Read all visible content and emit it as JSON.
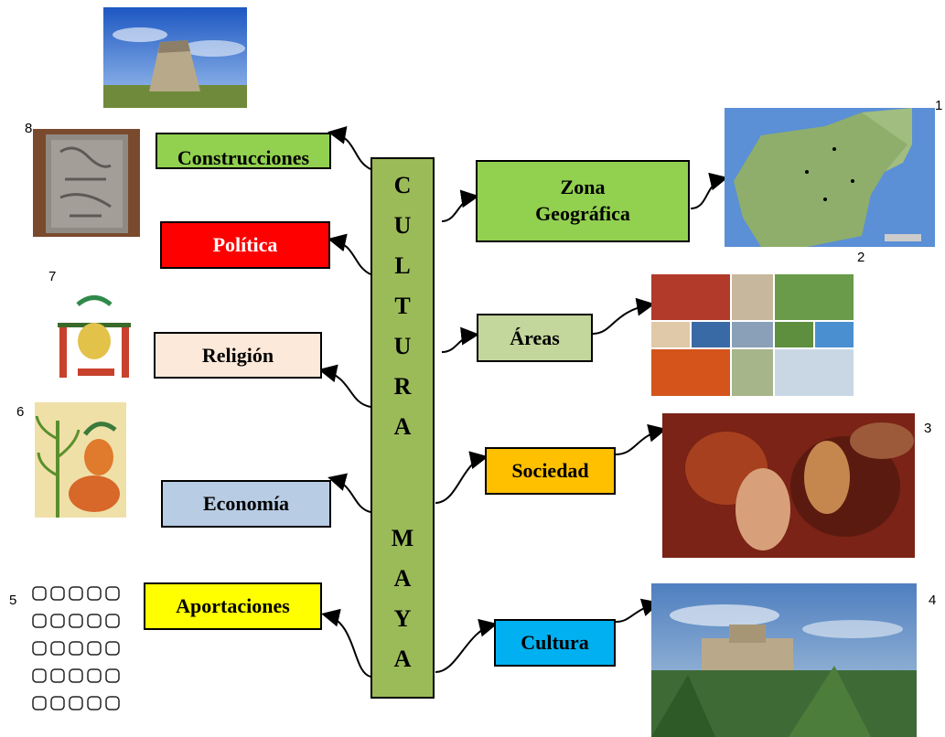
{
  "center": {
    "letters": [
      "C",
      "U",
      "L",
      "T",
      "U",
      "R",
      "A",
      "M",
      "A",
      "Y",
      "A"
    ]
  },
  "left_boxes": {
    "construcciones": "Construcciones",
    "politica": "Política",
    "religion": "Religión",
    "economia": "Economía",
    "aportaciones": "Aportaciones"
  },
  "right_boxes": {
    "zona_geografica": "Zona Geográfica",
    "areas": "Áreas",
    "sociedad": "Sociedad",
    "cultura": "Cultura"
  },
  "picture_numbers": {
    "n1": "1",
    "n2": "2",
    "n3": "3",
    "n4": "4",
    "n5": "5",
    "n6": "6",
    "n7": "7",
    "n8": "8"
  },
  "colors": {
    "center": "#9bbb59",
    "construcciones": "#92d050",
    "politica": "#ff0000",
    "religion": "#fde9d9",
    "economia": "#b8cce4",
    "aportaciones": "#ffff00",
    "zona_geografica": "#92d050",
    "areas": "#c3d69b",
    "sociedad": "#ffc000",
    "cultura": "#00b0f0"
  },
  "images": {
    "top_pyramid": "pyramid-photo",
    "map": "maya-map",
    "areas_collage": "sports-collage",
    "society_painting": "maya-mural",
    "ruins_photo": "tulum-ruins",
    "glyphs": "maya-glyphs",
    "maize_god": "maize-god-painting",
    "ruler_figure": "maya-ruler-drawing",
    "stele": "carved-stele"
  }
}
